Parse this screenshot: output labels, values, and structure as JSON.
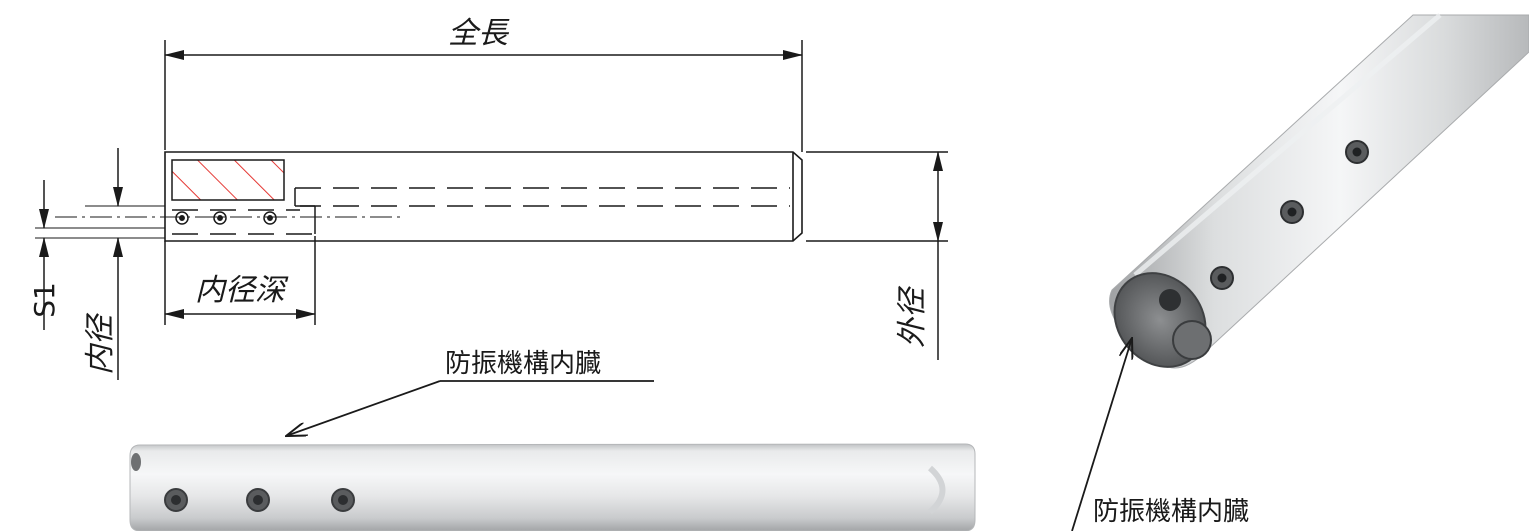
{
  "labels": {
    "overall_length": "全長",
    "bore_depth": "内径深",
    "bore_diameter": "内径",
    "outer_diameter": "外径",
    "s1": "S1"
  },
  "callouts": {
    "damper_note_drawing": "防振機構内臓",
    "damper_note_photo": "防振機構内臓"
  },
  "colors": {
    "line": "#1a1a1a",
    "hatch": "#e53935",
    "bar_light": "#f4f5f6",
    "bar_mid": "#d6d8da",
    "bar_dark": "#9a9c9e"
  }
}
